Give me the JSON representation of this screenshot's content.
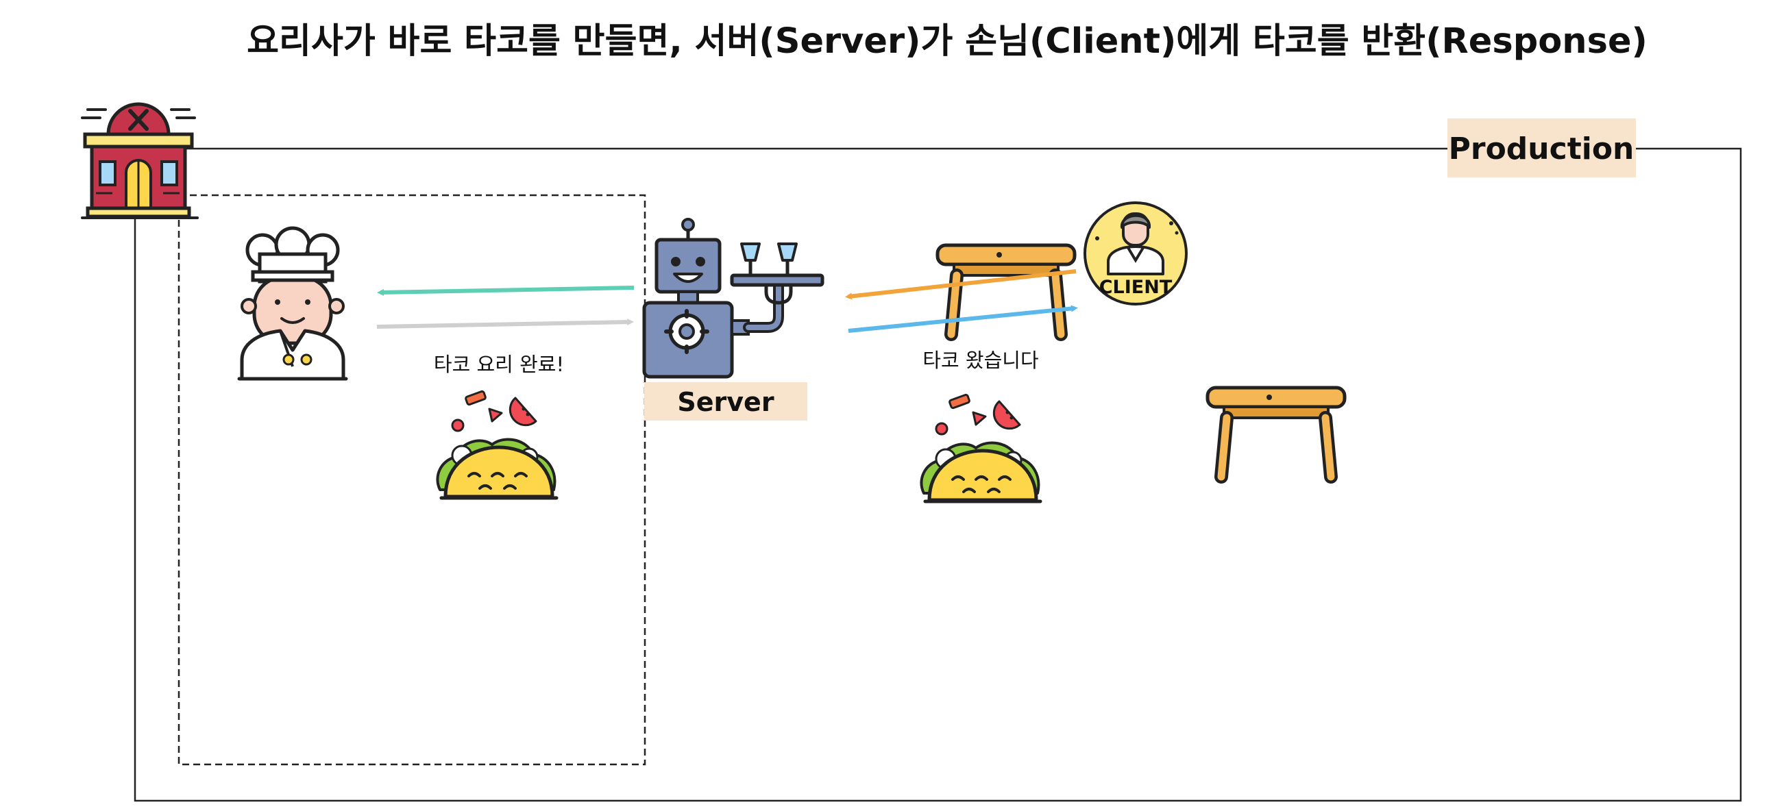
{
  "title": "요리사가 바로 타코를 만들면, 서버(Server)가 손님(Client)에게 타코를 반환(Response)",
  "production_label": "Production",
  "server_label": "Server",
  "client_badge_text": "CLIENT",
  "caption_chef": "타코 요리 완료!",
  "caption_client": "타코 왔습니다",
  "icons": {
    "restaurant": "restaurant-icon",
    "chef": "chef-icon",
    "robot_server": "robot-server-icon",
    "table_1": "table-icon",
    "table_2": "table-icon",
    "client": "client-icon",
    "taco_1": "taco-icon",
    "taco_2": "taco-icon"
  },
  "colors": {
    "label_background": "#f8e4cc",
    "arrow_teal": "#5ecfb5",
    "arrow_gray": "#cfcfcf",
    "arrow_orange": "#f2a33a",
    "arrow_blue": "#5cb8ea",
    "client_yellow": "#fbe680",
    "table_wood": "#f5b754",
    "robot_blue": "#7c8fb8",
    "taco_yellow": "#fdd749",
    "restaurant_red": "#c6344c"
  }
}
